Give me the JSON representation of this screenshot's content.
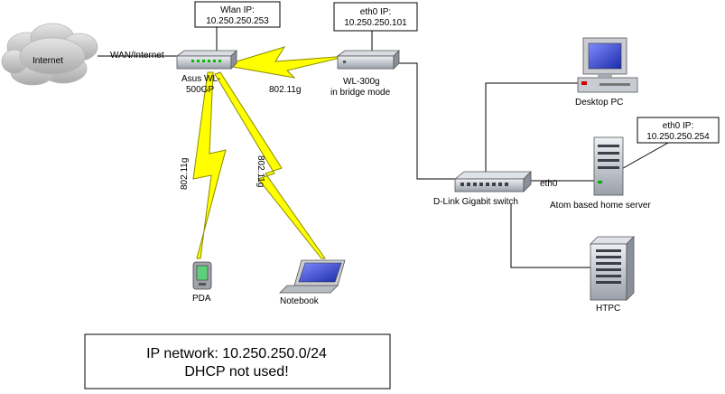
{
  "nodes": {
    "internet": {
      "label": "Internet"
    },
    "router": {
      "label_line1": "Asus WL-",
      "label_line2": "500GP"
    },
    "bridge": {
      "label_line1": "WL-300g",
      "label_line2": "in bridge mode"
    },
    "switch": {
      "label": "D-Link Gigabit switch"
    },
    "desktop": {
      "label": "Desktop PC"
    },
    "server": {
      "label": "Atom based home server"
    },
    "htpc": {
      "label": "HTPC"
    },
    "pda": {
      "label": "PDA"
    },
    "notebook": {
      "label": "Notebook"
    }
  },
  "links": {
    "wan": "WAN/Internet",
    "wifi_bridge": "802.11g",
    "wifi_pda": "802.11g",
    "wifi_notebook": "802.11g",
    "eth0": "eth0"
  },
  "ip_boxes": {
    "router": {
      "line1": "Wlan IP:",
      "line2": "10.250.250.253"
    },
    "bridge": {
      "line1": "eth0 IP:",
      "line2": "10.250.250.101"
    },
    "server": {
      "line1": "eth0 IP:",
      "line2": "10.250.250.254"
    }
  },
  "note": {
    "line1": "IP network: 10.250.250.0/24",
    "line2": "DHCP not used!"
  },
  "colors": {
    "lightning": "#ffff00",
    "lightning_stroke": "#8a8a00"
  }
}
